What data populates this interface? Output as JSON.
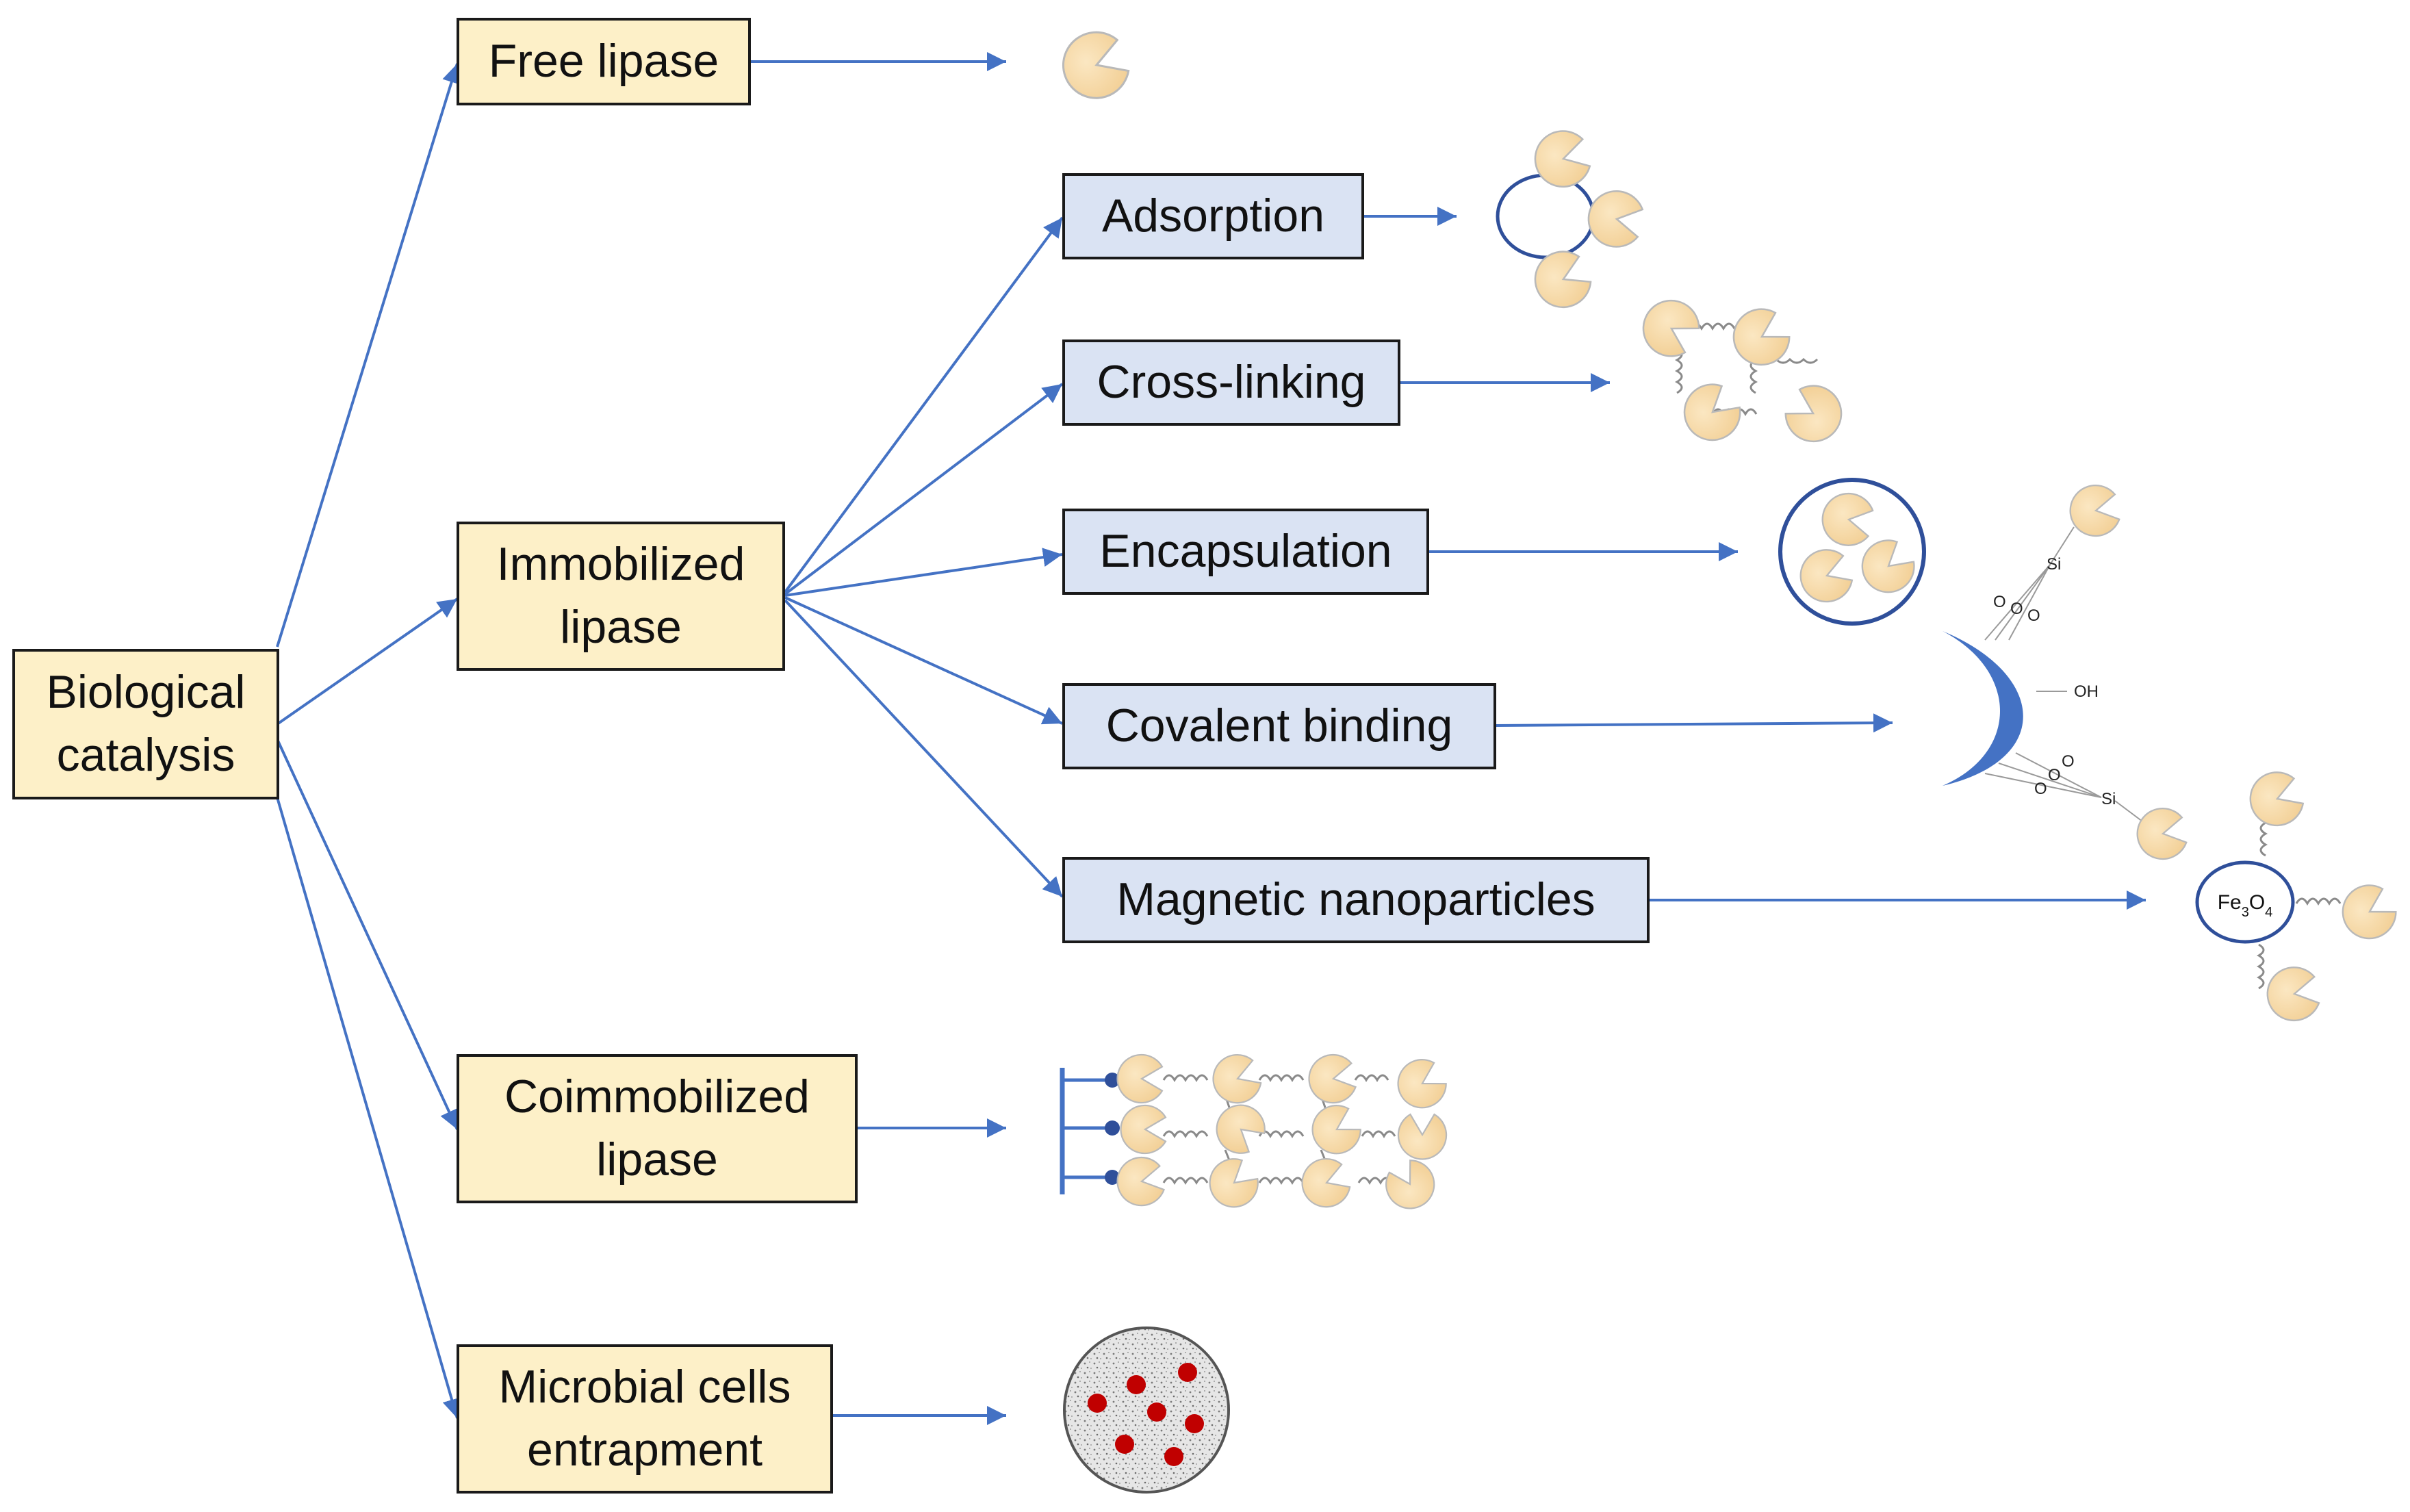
{
  "root": {
    "label": "Biological\ncatalysis"
  },
  "branches": {
    "free": "Free lipase",
    "immobilized": "Immobilized\nlipase",
    "coimmobilized": "Coimmobilized\nlipase",
    "microbial": "Microbial cells\nentrapment"
  },
  "methods": {
    "adsorption": "Adsorption",
    "crosslinking": "Cross-linking",
    "encapsulation": "Encapsulation",
    "covalent": "Covalent binding",
    "magnetic": "Magnetic nanoparticles"
  },
  "chem_labels": {
    "si": "Si",
    "oh": "OH",
    "oxygen": "O",
    "fe3o4": "Fe3O4"
  },
  "colors": {
    "main_fill": "#fdf0c8",
    "method_fill": "#dae3f3",
    "arrow": "#4472c4",
    "enzyme": "#f8dcaa",
    "cell": "#c00000"
  }
}
